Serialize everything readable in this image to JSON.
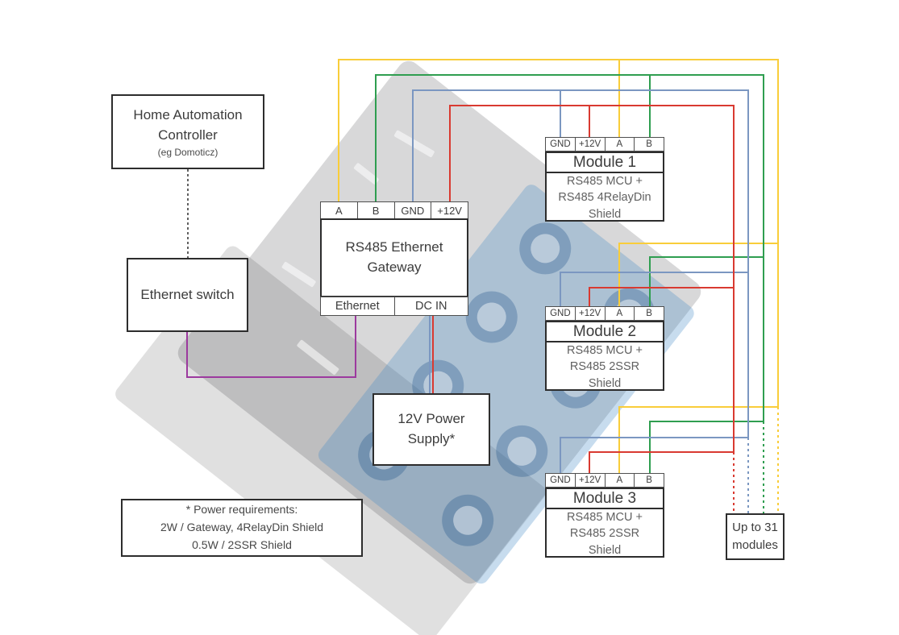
{
  "diagram": {
    "controller": {
      "title": "Home Automation Controller",
      "subtitle": "(eg Domoticz)"
    },
    "ethernet_switch": {
      "label": "Ethernet switch"
    },
    "gateway": {
      "title": "RS485 Ethernet Gateway",
      "terminals": [
        "A",
        "B",
        "GND",
        "+12V"
      ],
      "ports": [
        "Ethernet",
        "DC IN"
      ]
    },
    "power_supply": {
      "label": "12V Power Supply*"
    },
    "modules": [
      {
        "title": "Module 1",
        "body": "RS485 MCU +\nRS485 4RelayDin\nShield",
        "terminals": [
          "GND",
          "+12V",
          "A",
          "B"
        ]
      },
      {
        "title": "Module 2",
        "body": "RS485 MCU +\nRS485 2SSR\nShield",
        "terminals": [
          "GND",
          "+12V",
          "A",
          "B"
        ]
      },
      {
        "title": "Module 3",
        "body": "RS485 MCU +\nRS485 2SSR\nShield",
        "terminals": [
          "GND",
          "+12V",
          "A",
          "B"
        ]
      }
    ],
    "note": {
      "lines": [
        "* Power requirements:",
        "2W / Gateway, 4RelayDin Shield",
        "0.5W / 2SSR Shield"
      ]
    },
    "expansion": {
      "label": "Up to 31 modules"
    },
    "wire_colors": {
      "a": "#f9cd3a",
      "b": "#2f9e50",
      "gnd": "#7b97c1",
      "p12": "#d93a31",
      "eth": "#9c3a9e",
      "ctrl": "#3a3a3a"
    }
  }
}
